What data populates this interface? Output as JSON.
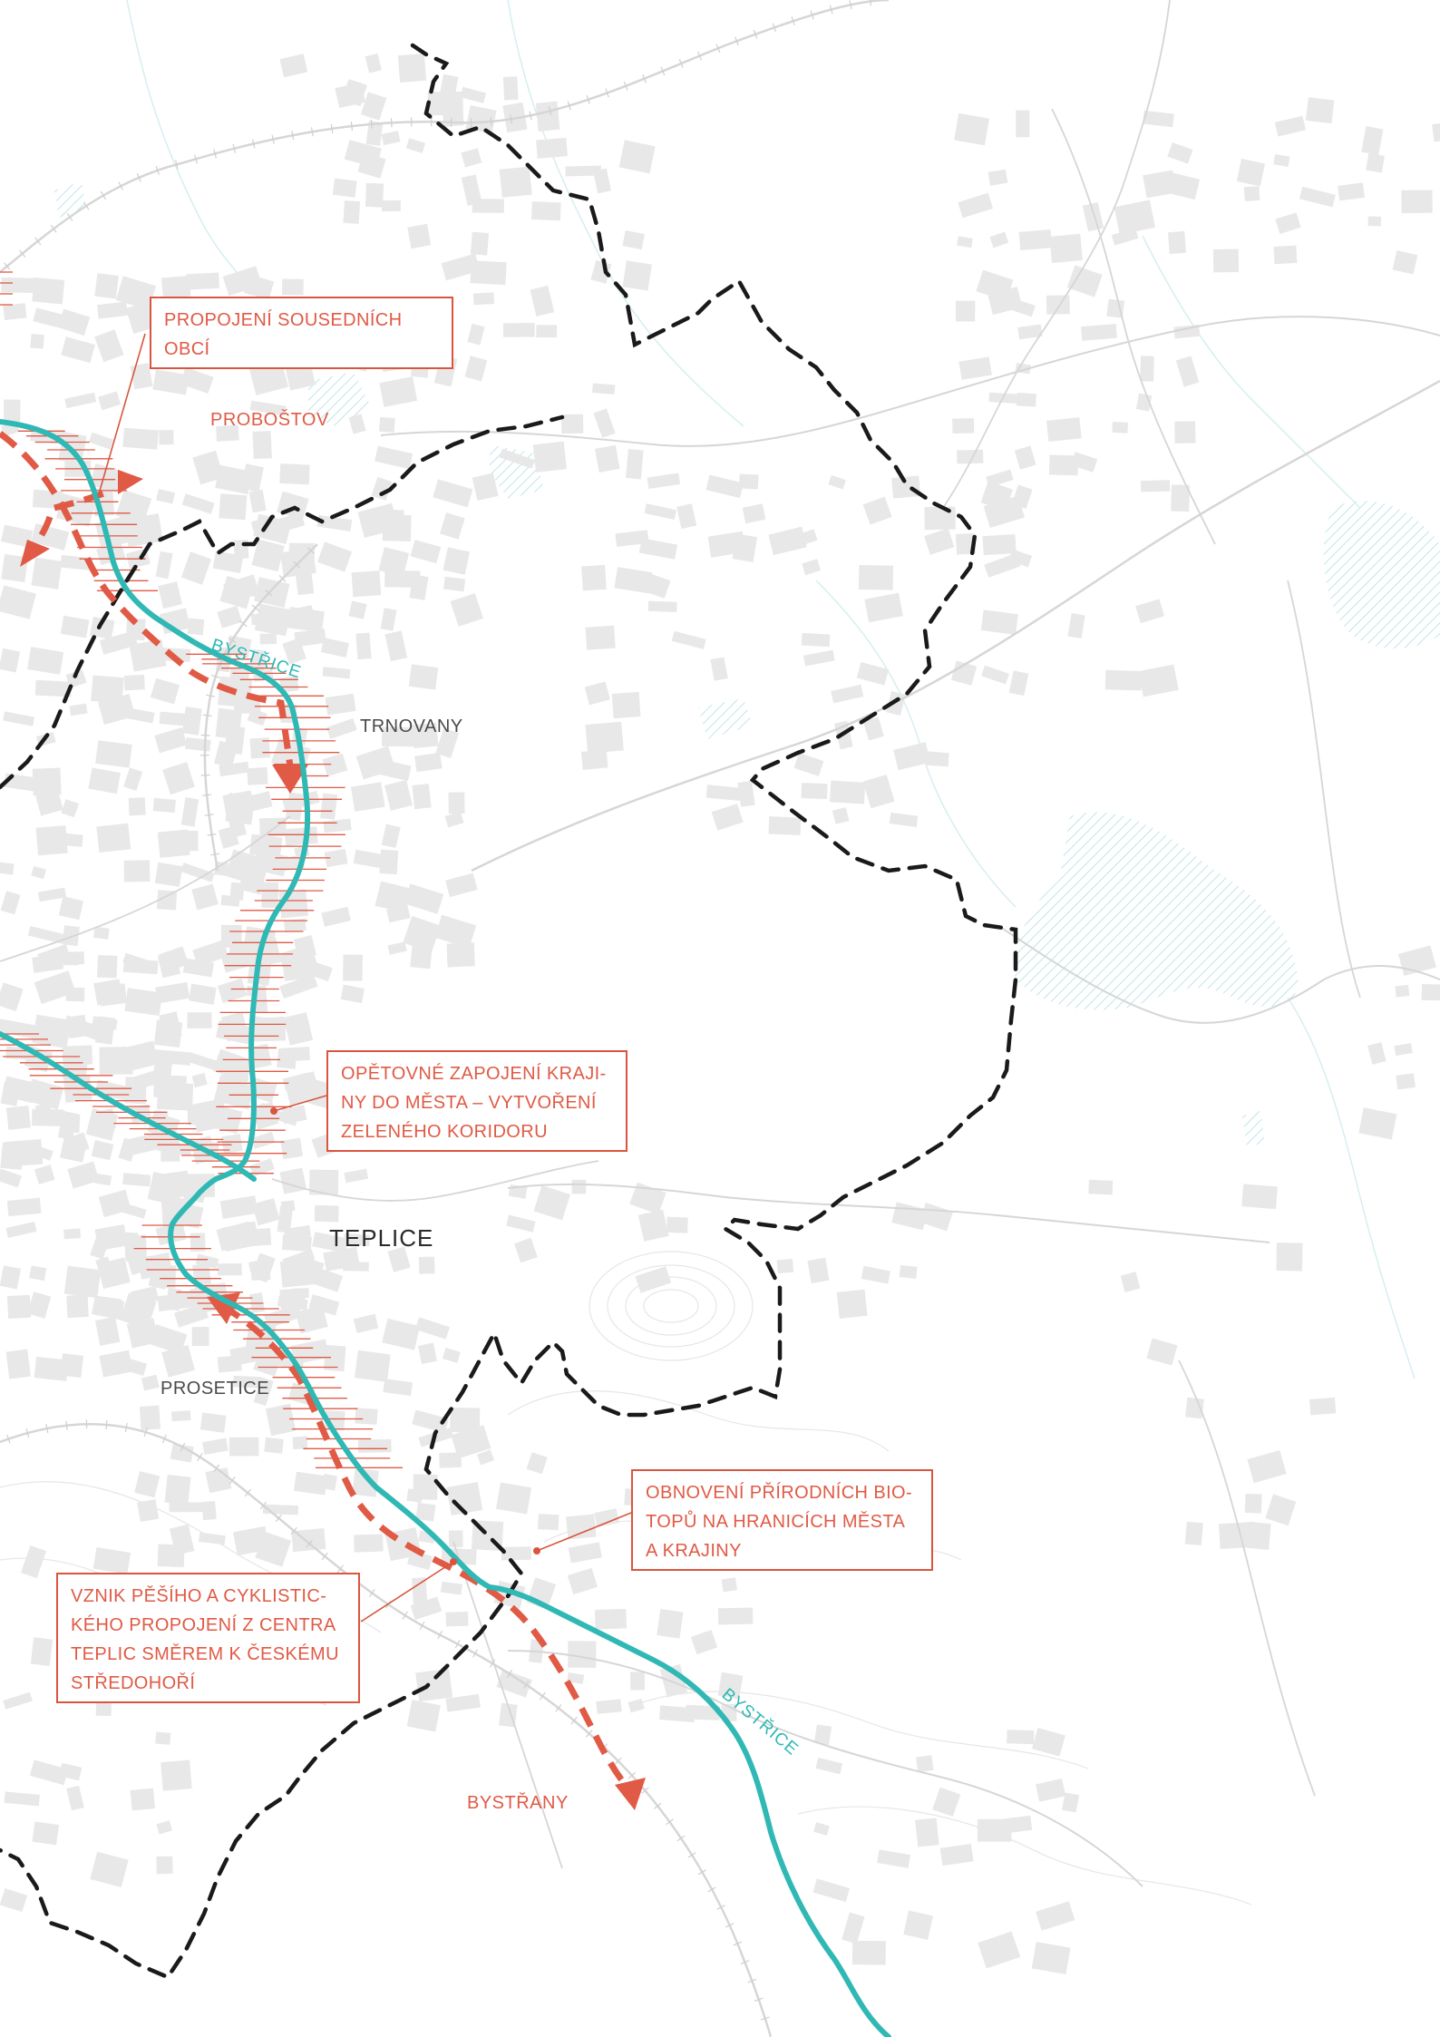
{
  "colors": {
    "river": "#2fb8b4",
    "boundary": "#1a1a1a",
    "route": "#e05a45",
    "callout_border": "#d9553f",
    "buildings": "#e8e8e8",
    "roads": "#d6d6d6",
    "water_hatch": "#bfe5e8"
  },
  "places": {
    "probostov": "PROBOŠTOV",
    "trnovany": "TRNOVANY",
    "teplice": "TEPLICE",
    "prosetice": "PROSETICE",
    "bystrany": "BYSTŘANY"
  },
  "rivers": {
    "upper_label": "BYSTŘICE",
    "lower_label": "BYSTŘICE"
  },
  "callouts": {
    "neighbours": {
      "lines": [
        "PROPOJENÍ SOUSEDNÍCH",
        "OBCÍ"
      ]
    },
    "green_corridor": {
      "lines": [
        "OPĚTOVNÉ ZAPOJENÍ KRAJI-",
        "NY DO MĚSTA – VYTVOŘENÍ",
        "ZELENÉHO KORIDORU"
      ]
    },
    "biotopes": {
      "lines": [
        "OBNOVENÍ PŘÍRODNÍCH BIO-",
        "TOPŮ NA HRANICÍCH MĚSTA",
        "A KRAJINY"
      ]
    },
    "cycling": {
      "lines": [
        "VZNIK PĚŠÍHO A CYKLISTIC-",
        "KÉHO PROPOJENÍ Z CENTRA",
        "TEPLIC SMĚREM K ČESKÉMU",
        "STŘEDOHOŘÍ"
      ]
    }
  },
  "icons": {
    "route_arrow": "arrowhead-icon",
    "leader_dot": "dot-icon"
  }
}
